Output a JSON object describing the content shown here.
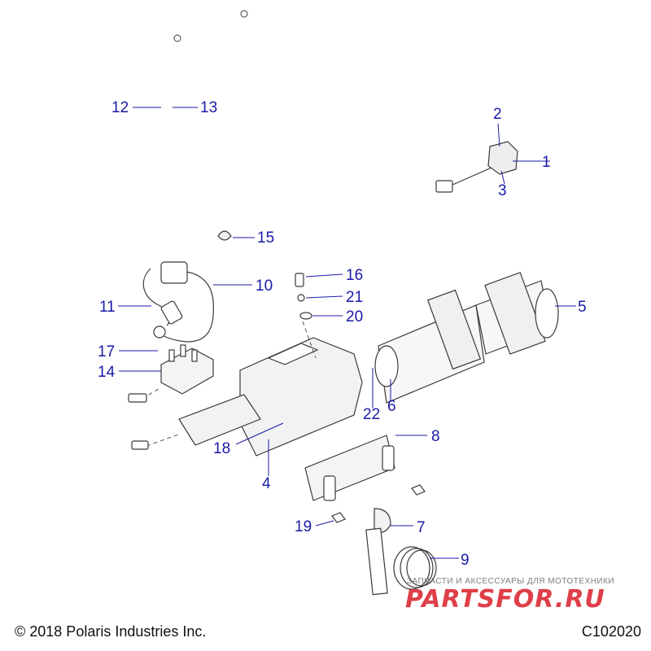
{
  "callouts": [
    "1",
    "2",
    "3",
    "4",
    "5",
    "6",
    "7",
    "8",
    "9",
    "10",
    "11",
    "12",
    "13",
    "14",
    "15",
    "16",
    "17",
    "18",
    "19",
    "20",
    "21",
    "22"
  ],
  "footer": {
    "copyright": "© 2018 Polaris Industries Inc.",
    "code": "C102020"
  },
  "watermark": {
    "tagline": "ЗАПЧАСТИ И АКСЕССУАРЫ ДЛЯ МОТОТЕХНИКИ",
    "brand": "PARTSFOR.RU"
  },
  "colors": {
    "callout": "#1a1aa8",
    "watermark_red": "#d91e2a"
  }
}
